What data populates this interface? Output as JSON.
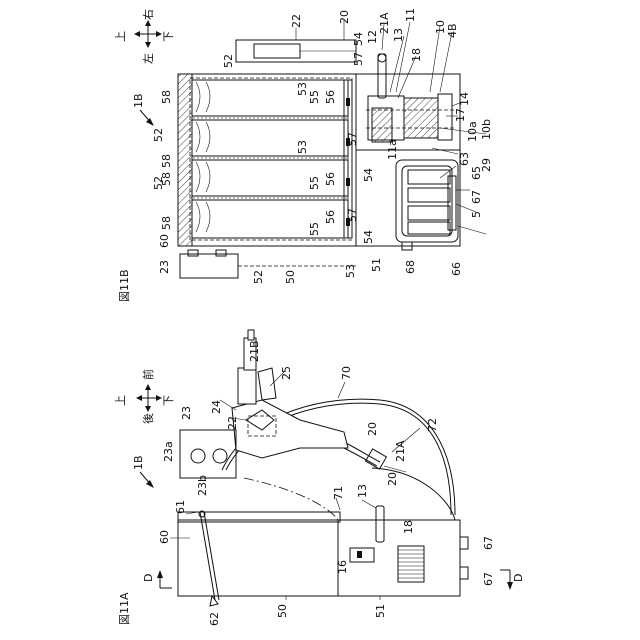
{
  "figures": {
    "fig_a": {
      "title": "図11A",
      "direction": {
        "up": "上",
        "down": "下",
        "front": "前",
        "back": "後"
      },
      "section_marker": "D",
      "ref_1b": "1B",
      "labels": {
        "n62": "62",
        "n50": "50",
        "n51": "51",
        "n67a": "67",
        "n67b": "67",
        "n61": "61",
        "n60": "60",
        "n16": "16",
        "n18": "18",
        "n71": "71",
        "n13": "13",
        "n20a": "20",
        "n20b": "20",
        "n21a": "21A",
        "n72": "72",
        "n70": "70",
        "n25": "25",
        "n21b": "21B",
        "n24": "24",
        "n22": "22",
        "n23": "23",
        "n23a": "23a",
        "n23b": "23b"
      }
    },
    "fig_b": {
      "title": "図11B",
      "direction": {
        "up": "上",
        "down": "下",
        "left": "左",
        "right": "右"
      },
      "ref_1b": "1B",
      "labels": {
        "n22": "22",
        "n20": "20",
        "n21a": "21A",
        "n11": "11",
        "n13": "13",
        "n12": "12",
        "n54a": "54",
        "n57a": "57",
        "n10": "10",
        "n4b": "4B",
        "n18": "18",
        "n52a": "52",
        "n52b": "52",
        "n52c": "52",
        "n52d": "52",
        "n58a": "58",
        "n58b": "58",
        "n58c": "58",
        "n58d": "58",
        "n53a": "53",
        "n53b": "53",
        "n53c": "53",
        "n55a": "55",
        "n55b": "55",
        "n55c": "55",
        "n56a": "56",
        "n56b": "56",
        "n56c": "56",
        "n57b": "57",
        "n57c": "57",
        "n54b": "54",
        "n54c": "54",
        "n14": "14",
        "n17": "17",
        "n10a": "10a",
        "n10b": "10b",
        "n11a": "11a",
        "n63": "63",
        "n65": "65",
        "n29": "29",
        "n67": "67",
        "n5": "5",
        "n60": "60",
        "n23": "23",
        "n50": "50",
        "n51": "51",
        "n68": "68",
        "n66": "66"
      }
    }
  }
}
